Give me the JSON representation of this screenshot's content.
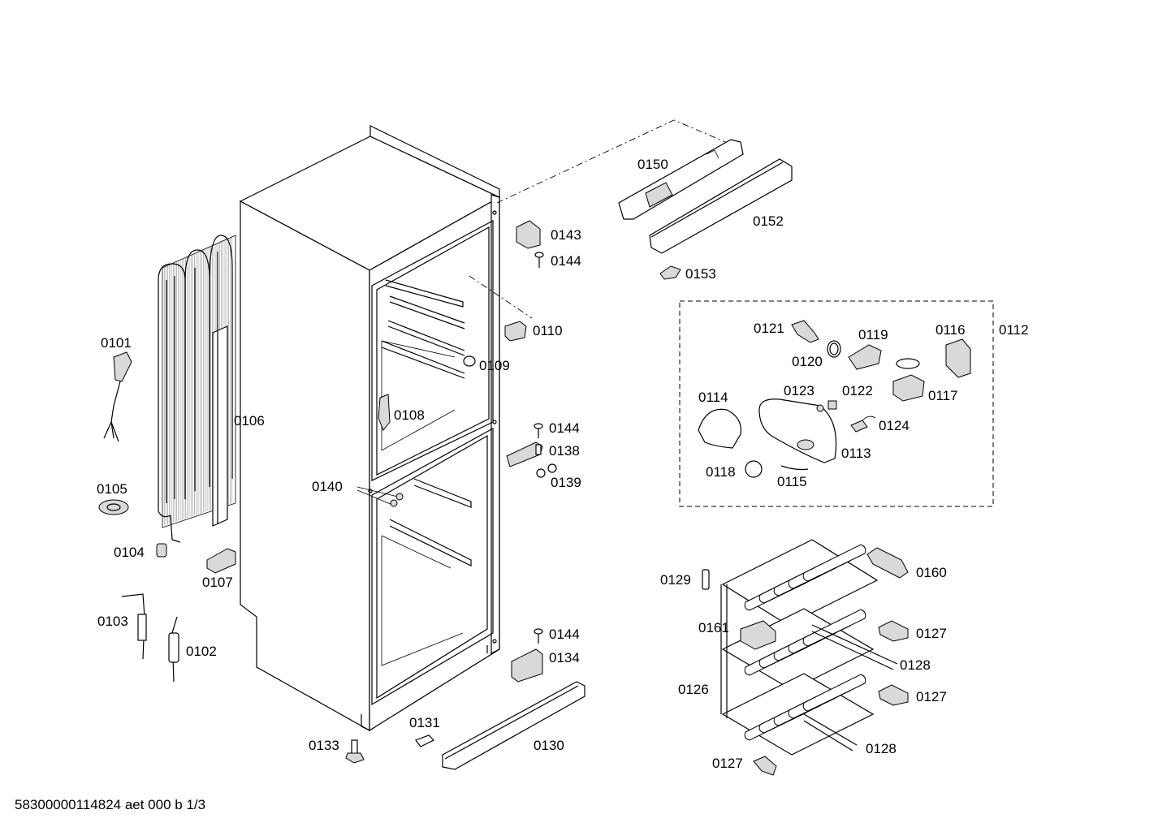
{
  "labels": {
    "p0101": "0101",
    "p0102": "0102",
    "p0103": "0103",
    "p0104": "0104",
    "p0105": "0105",
    "p0106": "0106",
    "p0107": "0107",
    "p0108": "0108",
    "p0109": "0109",
    "p0110": "0110",
    "p0112": "0112",
    "p0113": "0113",
    "p0114": "0114",
    "p0115": "0115",
    "p0116": "0116",
    "p0117": "0117",
    "p0118": "0118",
    "p0119": "0119",
    "p0120": "0120",
    "p0121": "0121",
    "p0122": "0122",
    "p0123": "0123",
    "p0124": "0124",
    "p0126": "0126",
    "p0127a": "0127",
    "p0127b": "0127",
    "p0127c": "0127",
    "p0128a": "0128",
    "p0128b": "0128",
    "p0129": "0129",
    "p0130": "0130",
    "p0131": "0131",
    "p0133": "0133",
    "p0134": "0134",
    "p0138": "0138",
    "p0139": "0139",
    "p0140": "0140",
    "p0143": "0143",
    "p0144a": "0144",
    "p0144b": "0144",
    "p0144c": "0144",
    "p0150": "0150",
    "p0152": "0152",
    "p0153": "0153",
    "p0160": "0160",
    "p0161": "0161"
  },
  "footer": {
    "drawing_code": "58300000114824 aet 000 b 1/3"
  }
}
